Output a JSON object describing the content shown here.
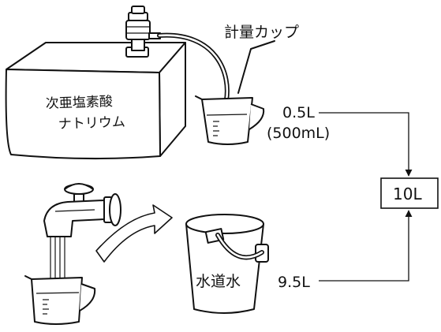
{
  "labels": {
    "measuring_cup": "計量カップ",
    "bleach_line1": "次亜塩素酸",
    "bleach_line2": "ナトリウム",
    "bleach_volume": "0.5L",
    "bleach_volume_ml": "(500mL)",
    "total_volume": "10L",
    "water_volume": "9.5L",
    "tap_water": "水道水"
  }
}
